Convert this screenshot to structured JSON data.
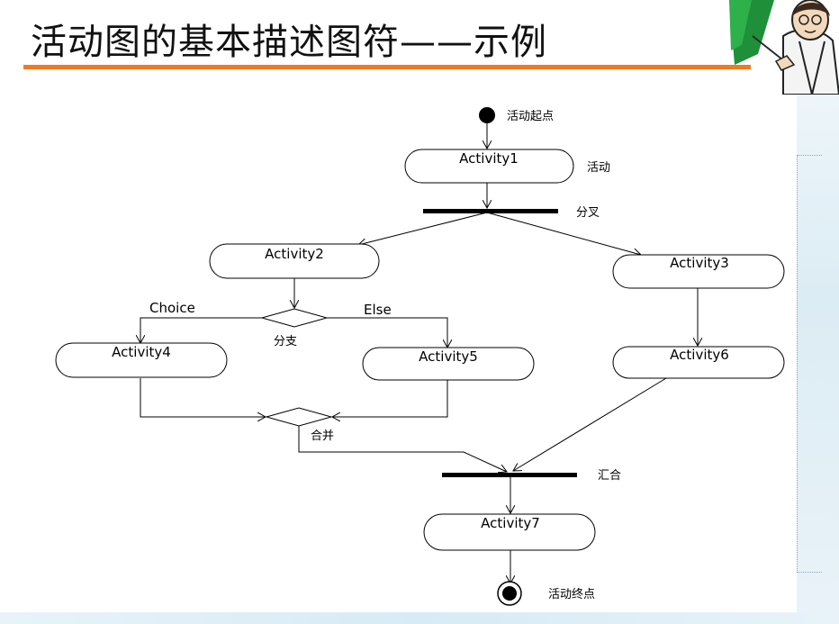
{
  "title": "活动图的基本描述图符——示例",
  "colors": {
    "accent": "#ef7a21",
    "line": "#000000",
    "background": "#ffffff"
  },
  "icons": {
    "teacher": "teacher-pointing-icon"
  },
  "diagram": {
    "start_label": "活动起点",
    "activity_label": "活动",
    "fork_label": "分叉",
    "branch_label": "分支",
    "merge_label": "合并",
    "join_label": "汇合",
    "end_label": "活动终点",
    "guard_choice": "Choice",
    "guard_else": "Else",
    "activities": [
      "Activity1",
      "Activity2",
      "Activity3",
      "Activity4",
      "Activity5",
      "Activity6",
      "Activity7"
    ]
  }
}
